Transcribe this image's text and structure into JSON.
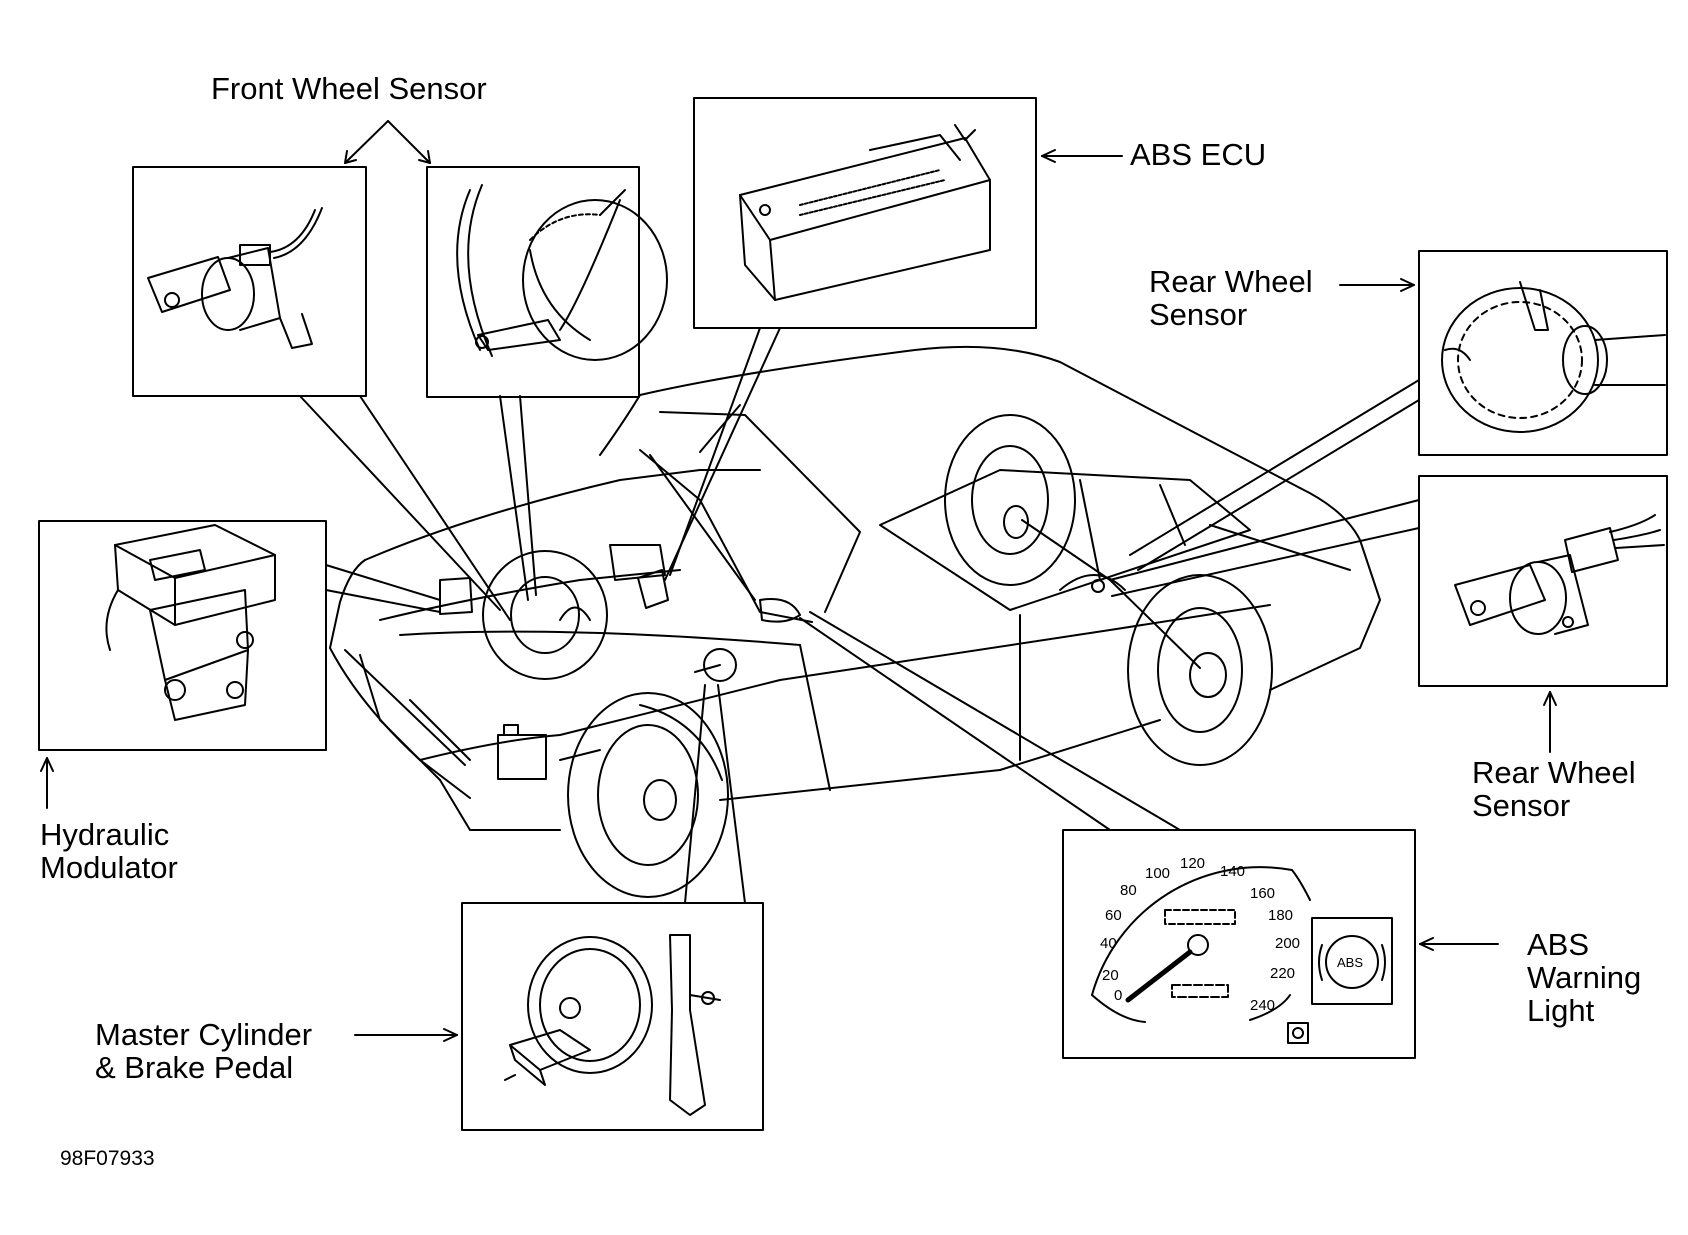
{
  "labels": {
    "front_wheel_sensor": "Front Wheel Sensor",
    "abs_ecu": "ABS ECU",
    "rear_wheel_sensor_upper": [
      "Rear Wheel",
      "Sensor"
    ],
    "rear_wheel_sensor_lower": [
      "Rear Wheel",
      "Sensor"
    ],
    "hydraulic_modulator": [
      "Hydraulic",
      "Modulator"
    ],
    "master_cylinder_brake_pedal": [
      "Master Cylinder",
      "& Brake Pedal"
    ],
    "abs_warning_light": [
      "ABS",
      "Warning",
      "Light"
    ],
    "figure_ref": "98F07933"
  },
  "speedometer": {
    "scale": [
      "0",
      "20",
      "40",
      "60",
      "80",
      "100",
      "120",
      "140",
      "160",
      "180",
      "200",
      "220",
      "240"
    ],
    "warning_text": "ABS"
  },
  "colors": {
    "ink": "#000000",
    "paper": "#ffffff"
  }
}
